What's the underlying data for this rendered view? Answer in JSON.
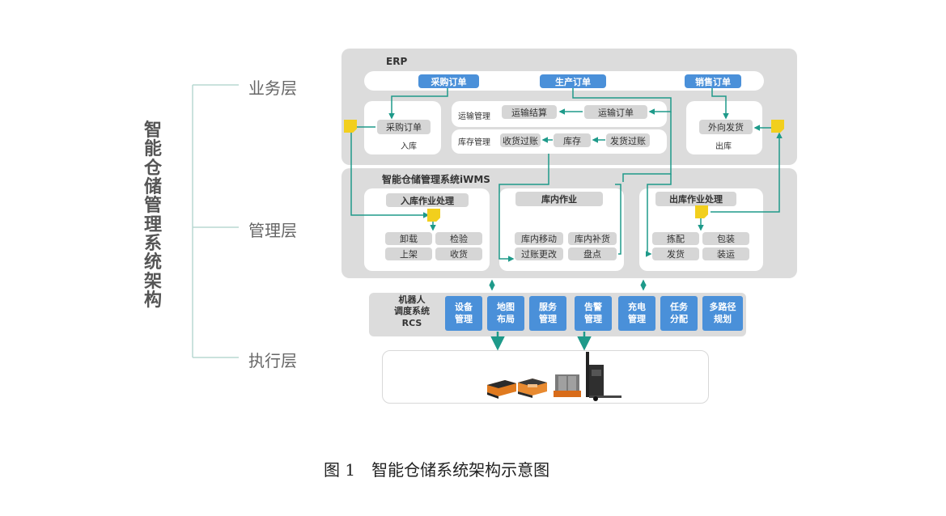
{
  "left": {
    "title_chars": [
      "智",
      "能",
      "仓",
      "储",
      "管",
      "理",
      "系",
      "统",
      "架",
      "构"
    ],
    "layers": [
      "业务层",
      "管理层",
      "执行层"
    ]
  },
  "erp": {
    "title": "ERP",
    "orders": [
      "采购订单",
      "生产订单",
      "销售订单"
    ],
    "inbound": {
      "button": "采购订单",
      "label": "入库"
    },
    "transport": {
      "label": "运输管理",
      "settle": "运输结算",
      "order": "运输订单"
    },
    "inventory": {
      "label": "库存管理",
      "receive": "收货过账",
      "stock": "库存",
      "ship": "发货过账"
    },
    "outbound": {
      "button": "外向发货",
      "label": "出库"
    }
  },
  "wms": {
    "title": "智能仓储管理系统iWMS",
    "inbound": {
      "title": "入库作业处理",
      "items": [
        "卸载",
        "检验",
        "上架",
        "收货"
      ]
    },
    "internal": {
      "title": "库内作业",
      "items": [
        "库内移动",
        "库内补货",
        "过账更改",
        "盘点"
      ]
    },
    "outbound": {
      "title": "出库作业处理",
      "items": [
        "拣配",
        "包装",
        "发货",
        "装运"
      ]
    }
  },
  "rcs": {
    "title_lines": [
      "机器人",
      "调度系统",
      "RCS"
    ],
    "modules": [
      [
        "设备",
        "管理"
      ],
      [
        "地图",
        "布局"
      ],
      [
        "服务",
        "管理"
      ],
      [
        "告警",
        "管理"
      ],
      [
        "充电",
        "管理"
      ],
      [
        "任务",
        "分配"
      ],
      [
        "多路径",
        "规划"
      ]
    ]
  },
  "caption": "图 1　智能仓储系统架构示意图",
  "colors": {
    "panel": "#dcdcdc",
    "blue": "#4a90d9",
    "teal": "#1e9a8a",
    "sticky": "#f2cf1d"
  }
}
